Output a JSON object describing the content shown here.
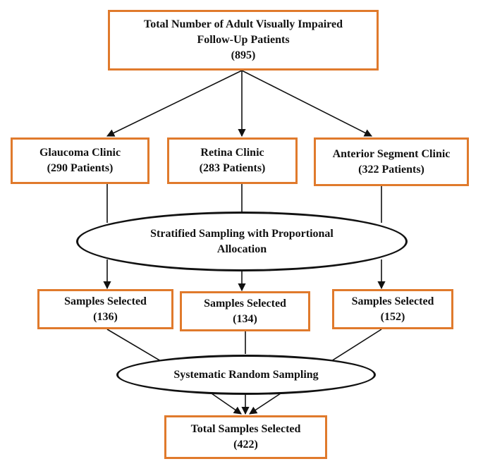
{
  "colors": {
    "box_border": "#e07a2c",
    "ellipse_border": "#111111",
    "line": "#111111"
  },
  "top": {
    "line1": "Total Number of Adult Visually Impaired",
    "line2": "Follow-Up Patients",
    "line3": "(895)"
  },
  "clinics": [
    {
      "name": "Glaucoma Clinic",
      "count": "(290 Patients)"
    },
    {
      "name": "Retina Clinic",
      "count": "(283 Patients)"
    },
    {
      "name": "Anterior Segment Clinic",
      "count": "(322 Patients)"
    }
  ],
  "stratified": {
    "line1": "Stratified Sampling with Proportional",
    "line2": "Allocation"
  },
  "samples": [
    {
      "label": "Samples Selected",
      "count": "(136)"
    },
    {
      "label": "Samples Selected",
      "count": "(134)"
    },
    {
      "label": "Samples Selected",
      "count": "(152)"
    }
  ],
  "systematic": {
    "label": "Systematic Random Sampling"
  },
  "total": {
    "label": "Total Samples Selected",
    "count": "(422)"
  }
}
